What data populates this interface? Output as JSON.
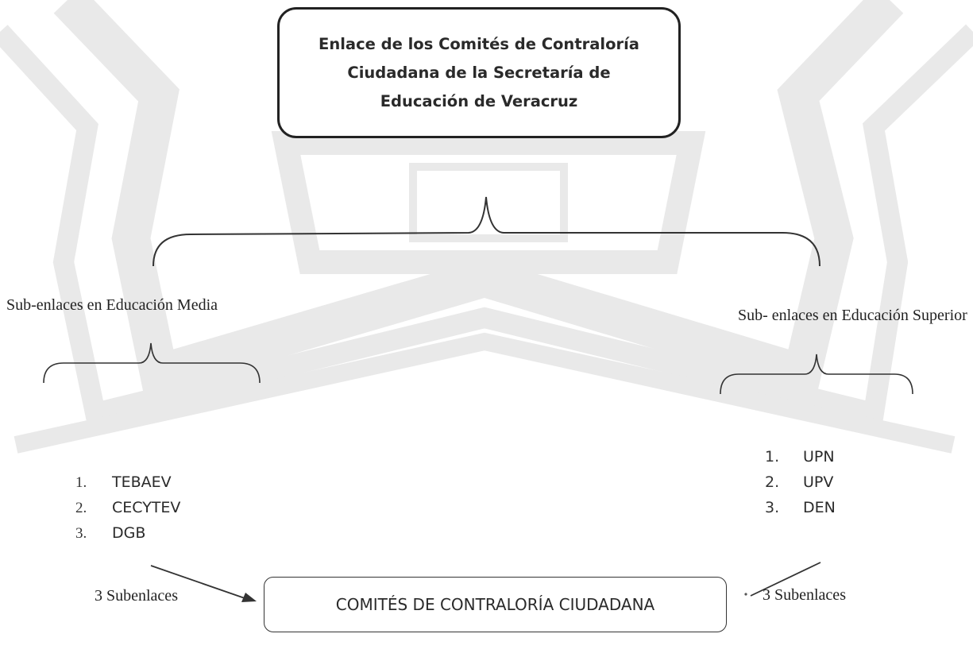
{
  "top_box": {
    "text": "Enlace de los Comités de Contraloría Ciudadana de la Secretaría de Educación de Veracruz"
  },
  "branches": {
    "media": {
      "label": "Sub-enlaces en Educación Media",
      "items": [
        {
          "num": "1.",
          "text": "TEBAEV"
        },
        {
          "num": "2.",
          "text": "CECYTEV"
        },
        {
          "num": "3.",
          "text": "DGB"
        }
      ],
      "count_label": "3 Subenlaces"
    },
    "superior": {
      "label": "Sub- enlaces en Educación Superior",
      "items": [
        {
          "num": "1.",
          "text": "UPN"
        },
        {
          "num": "2.",
          "text": "UPV"
        },
        {
          "num": "3.",
          "text": "DEN"
        }
      ],
      "count_label": "3 Subenlaces"
    }
  },
  "bottom_box": {
    "text": "COMITÉS DE CONTRALORÍA CIUDADANA"
  },
  "colors": {
    "line": "#333333",
    "watermark": "#e6e6e6"
  }
}
